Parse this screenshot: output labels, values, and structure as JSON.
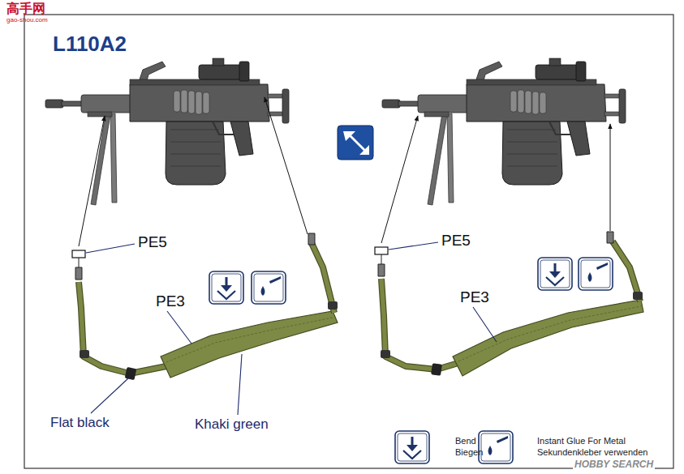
{
  "diagram": {
    "title": "L110A2",
    "labels": [
      "高手网",
      "gao-shou.com",
      "PE5",
      "PE5",
      "PE3",
      "PE3",
      "Flat black",
      "Khaki green",
      "HOBBY SEARCH"
    ],
    "legend": [
      {
        "text": "Bend Biegen"
      },
      {
        "text": "Instant Glue For Metal Sekundenkleber verwenden"
      }
    ]
  }
}
